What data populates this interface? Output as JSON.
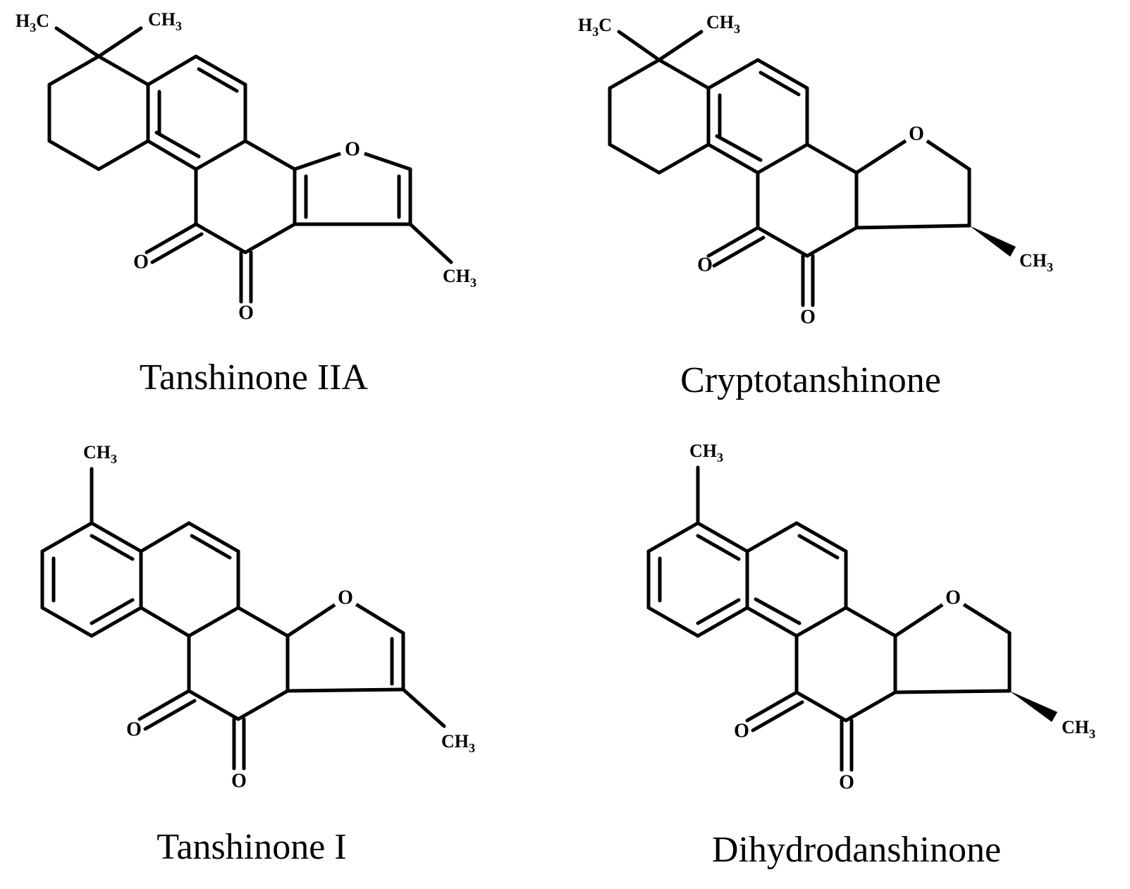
{
  "compounds": [
    {
      "name": "Tanshinone IIA",
      "labels": {
        "gem_left": {
          "main": "H",
          "sub": "3",
          "tail": "C"
        },
        "gem_right": {
          "main": "CH",
          "sub": "3"
        },
        "oxygen": "O",
        "methyl": {
          "main": "CH",
          "sub": "3"
        }
      }
    },
    {
      "name": "Cryptotanshinone",
      "labels": {
        "gem_left": {
          "main": "H",
          "sub": "3",
          "tail": "C"
        },
        "gem_right": {
          "main": "CH",
          "sub": "3"
        },
        "oxygen": "O",
        "methyl": {
          "main": "CH",
          "sub": "3"
        }
      }
    },
    {
      "name": "Tanshinone I",
      "labels": {
        "top_methyl": {
          "main": "CH",
          "sub": "3"
        },
        "oxygen": "O",
        "methyl": {
          "main": "CH",
          "sub": "3"
        }
      }
    },
    {
      "name": "Dihydrodanshinone",
      "labels": {
        "top_methyl": {
          "main": "CH",
          "sub": "3"
        },
        "oxygen": "O",
        "methyl": {
          "main": "CH",
          "sub": "3"
        }
      }
    }
  ]
}
